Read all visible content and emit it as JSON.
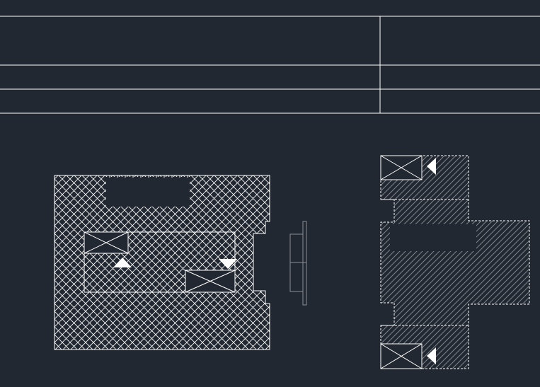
{
  "viewport": {
    "background": "#222831",
    "line_color": "#ffffff",
    "hatch_color": "#ffffff",
    "hatch_color_dim": "#8a8e96",
    "blank_fill": "#222831"
  },
  "title_block": {
    "rows": 3,
    "columns": 2,
    "cells": []
  },
  "views": [
    {
      "id": "front-view",
      "section_hatch": "crosshatch",
      "bearing_markers": 2,
      "arrow_markers": 2
    },
    {
      "id": "side-profile",
      "section_hatch": "none"
    },
    {
      "id": "section-view",
      "section_hatch": "diagonal",
      "bearing_markers": 2,
      "arrow_markers": 2
    }
  ]
}
